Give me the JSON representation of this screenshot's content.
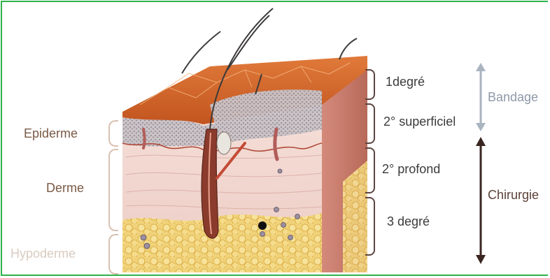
{
  "left_labels": {
    "epiderme": "Epiderme",
    "derme": "Derme",
    "hypoderme": "Hypoderme"
  },
  "right_labels": {
    "degree1": "1degré",
    "degree2_superficiel": "2° superficiel",
    "degree2_profond": "2° profond",
    "degree3": "3 degré"
  },
  "treatments": {
    "bandage": "Bandage",
    "chirurgie": "Chirurgie"
  },
  "colors": {
    "frame_border": "#2fb24a",
    "left_label": "#7a5a46",
    "hypoderme_label": "#d9cbbf",
    "bandage_arrow": "#aab3c0",
    "chirurgie_arrow": "#3a2620",
    "right_bracket": "#5b4540"
  }
}
